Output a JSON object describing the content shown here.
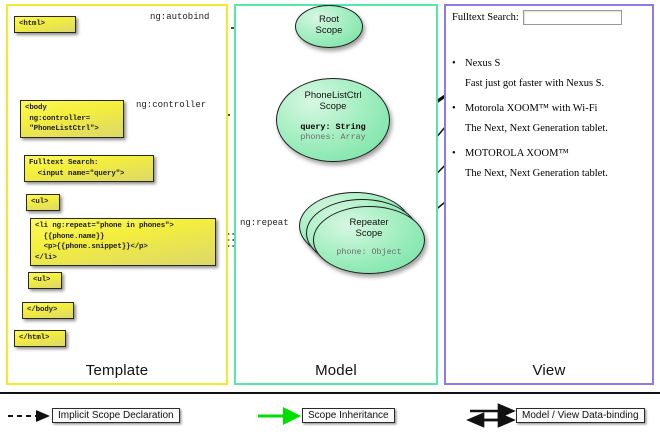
{
  "columns": [
    {
      "key": "template",
      "label": "Template",
      "accent": "#f2ea2a"
    },
    {
      "key": "model",
      "label": "Model",
      "accent": "#55e8a8"
    },
    {
      "key": "view",
      "label": "View",
      "accent": "#8a7de8"
    }
  ],
  "template": {
    "boxes": [
      {
        "id": "html-open",
        "text": "<html>"
      },
      {
        "id": "body-open",
        "text": "<body\n ng:controller=\n \"PhoneListCtrl\">"
      },
      {
        "id": "search",
        "text": "Fulltext Search:\n  <input name=\"query\">"
      },
      {
        "id": "ul-open",
        "text": "<ul>"
      },
      {
        "id": "li-repeat",
        "text": "<li ng:repeat=\"phone in phones\">\n  {{phone.name}}\n  <p>{{phone.snippet}}</p>\n</li>"
      },
      {
        "id": "ul-close",
        "text": "<ul>"
      },
      {
        "id": "body-close",
        "text": "</body>"
      },
      {
        "id": "html-close",
        "text": "</html>"
      }
    ]
  },
  "model": {
    "scopes": [
      {
        "id": "root",
        "title": "Root\nScope",
        "props": []
      },
      {
        "id": "phonelistctrl",
        "title": "PhoneListCtrl\nScope",
        "props": [
          {
            "text": "query: String",
            "style": "bold"
          },
          {
            "text": "phones: Array",
            "style": "dim"
          }
        ]
      },
      {
        "id": "repeater",
        "title": "Repeater\nScope",
        "props": [
          {
            "text": "phone: Object",
            "style": "dim"
          }
        ]
      }
    ]
  },
  "view": {
    "search_label": "Fulltext Search:",
    "search_value": "",
    "search_placeholder": "",
    "items": [
      {
        "name": "Nexus S",
        "snippet": "Fast just got faster with Nexus S."
      },
      {
        "name": "Motorola XOOM™  with Wi-Fi",
        "snippet": "The Next, Next Generation tablet."
      },
      {
        "name": "MOTOROLA XOOM™",
        "snippet": "The Next, Next Generation tablet."
      }
    ],
    "bullet": "•"
  },
  "edges": [
    {
      "id": "autobind",
      "label": "ng:autobind"
    },
    {
      "id": "controller",
      "label": "ng:controller"
    },
    {
      "id": "repeat",
      "label": "ng:repeat"
    }
  ],
  "legend": [
    {
      "id": "implicit",
      "label": "Implicit Scope Declaration",
      "arrow": "dashed",
      "color": "#111111"
    },
    {
      "id": "inheritance",
      "label": "Scope Inheritance",
      "arrow": "solid-green",
      "color": "#00e000"
    },
    {
      "id": "databinding",
      "label": "Model / View Data-binding",
      "arrow": "double",
      "color": "#111111"
    }
  ]
}
